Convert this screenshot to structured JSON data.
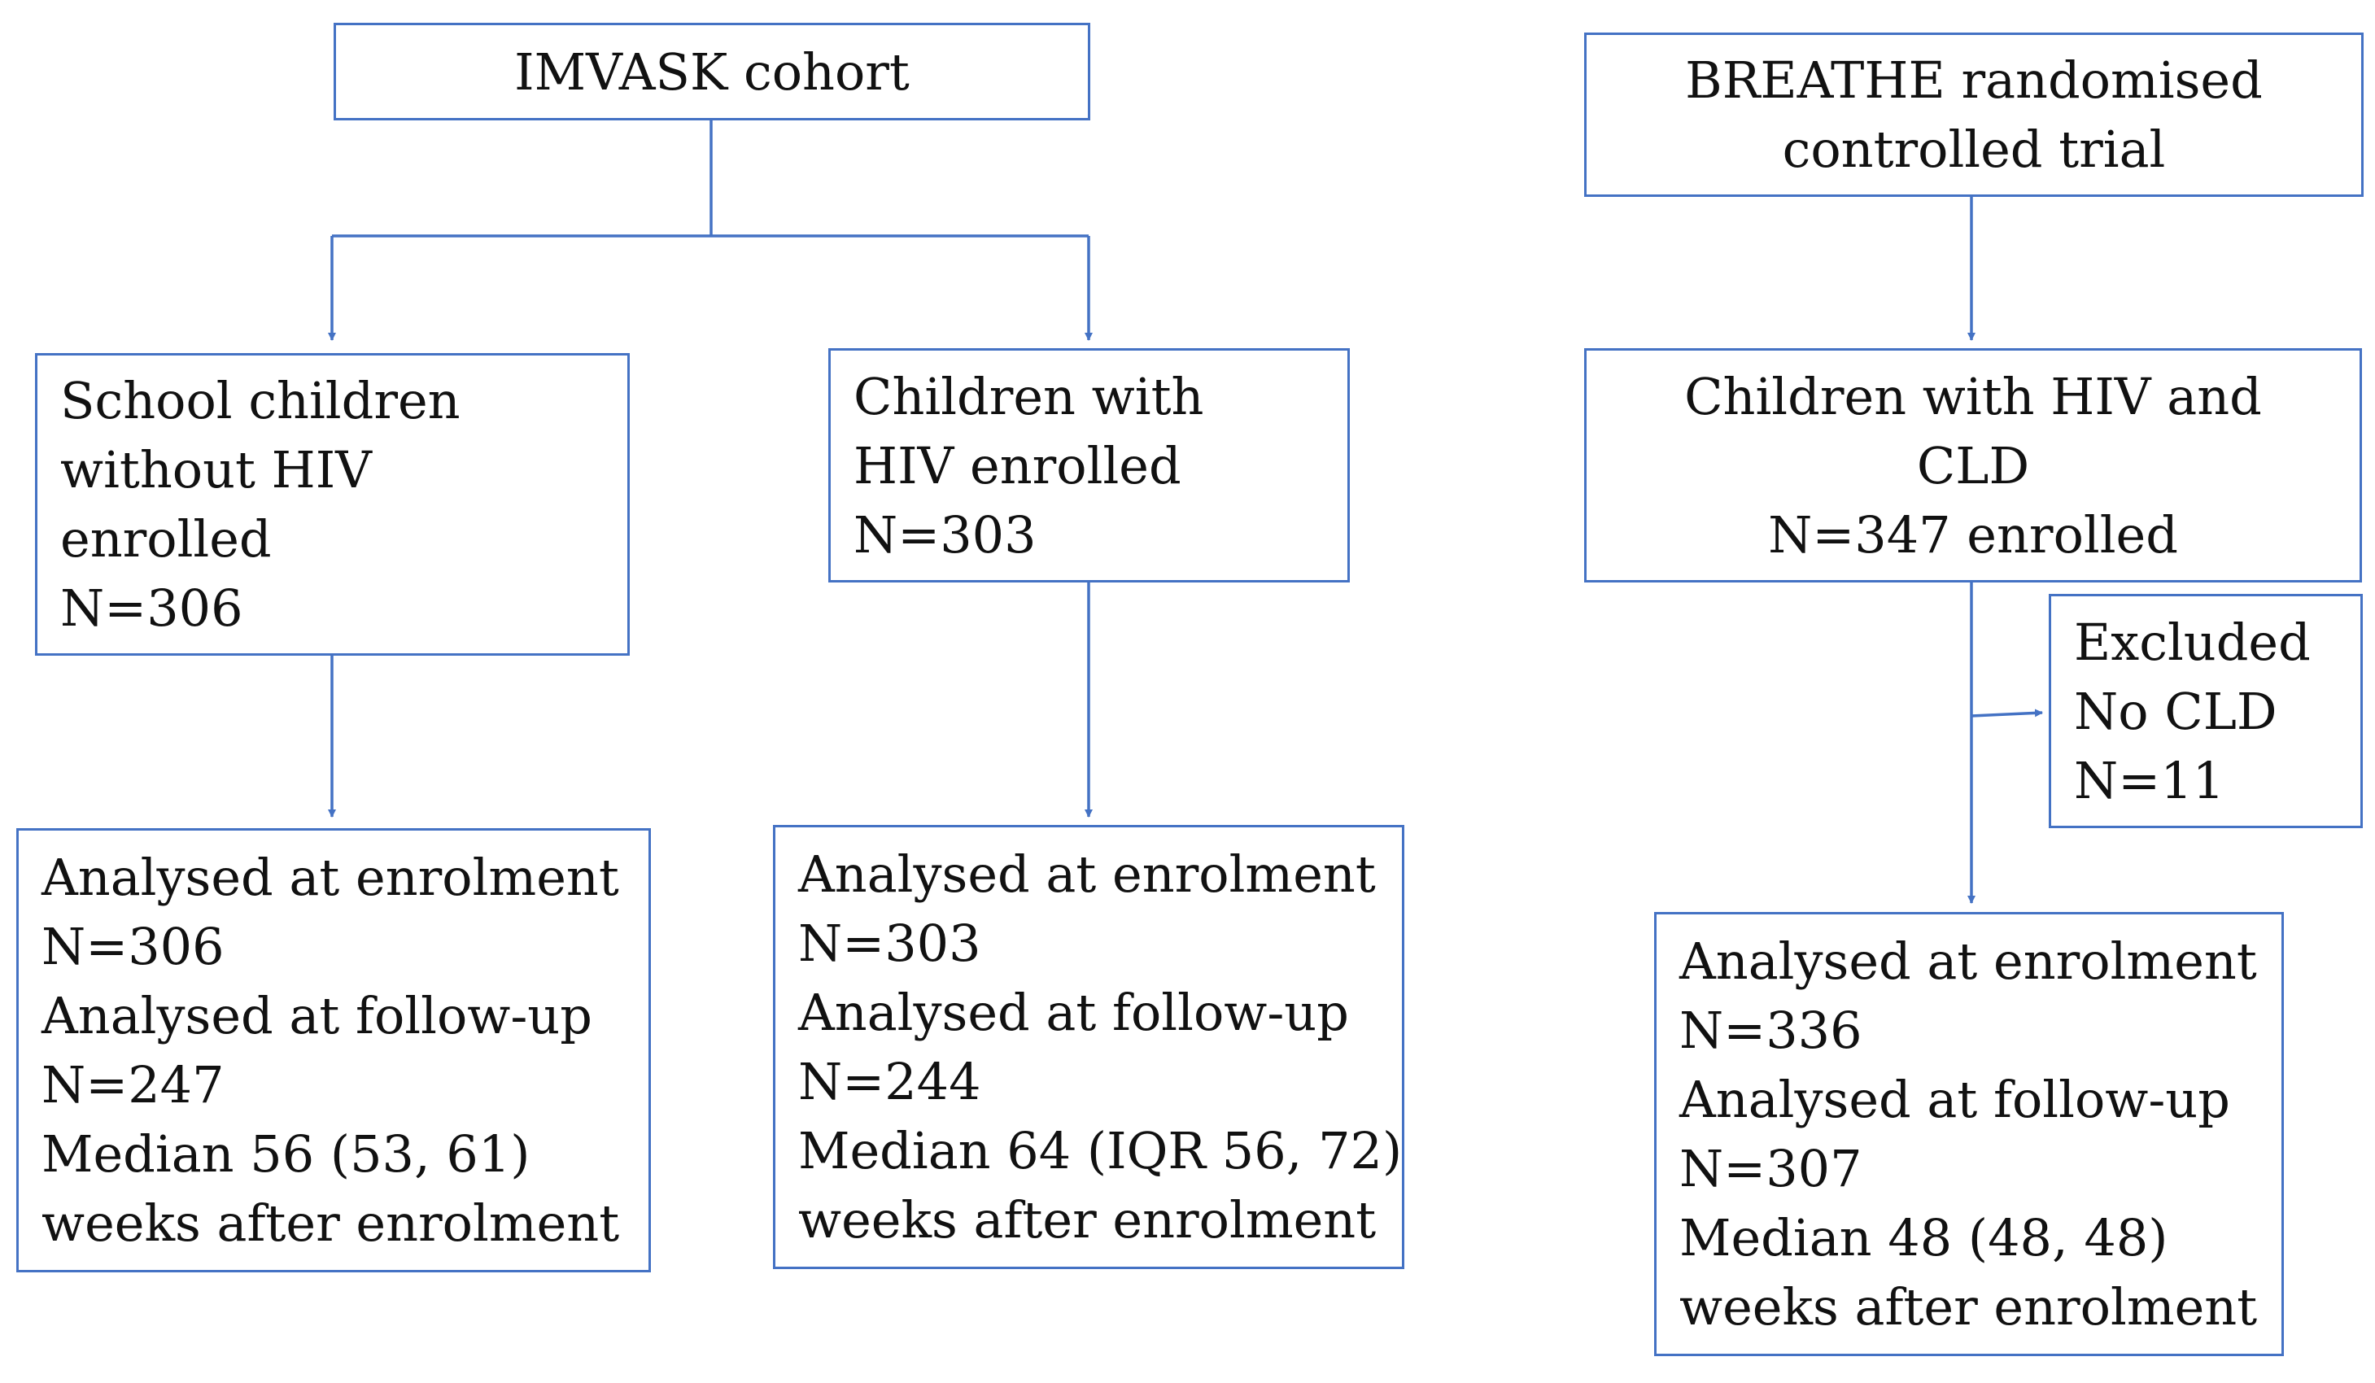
{
  "diagram": {
    "line_color": "#4472c4",
    "nodes": {
      "imvask_cohort": {
        "lines": [
          "IMVASK cohort"
        ]
      },
      "breathe_trial": {
        "lines": [
          "BREATHE randomised",
          "controlled trial"
        ]
      },
      "school_children": {
        "lines": [
          "School children",
          "without HIV",
          "enrolled",
          "N=306"
        ]
      },
      "children_hiv": {
        "lines": [
          "Children with",
          "HIV enrolled",
          "N=303"
        ]
      },
      "children_hiv_cld": {
        "lines": [
          "Children with HIV and",
          "CLD",
          "N=347 enrolled"
        ]
      },
      "excluded": {
        "lines": [
          "Excluded",
          "No CLD",
          "N=11"
        ]
      },
      "analysed_school": {
        "lines": [
          "Analysed at enrolment",
          "N=306",
          "Analysed at follow-up",
          "N=247",
          "Median 56 (53, 61)",
          "weeks after enrolment"
        ]
      },
      "analysed_hiv": {
        "lines": [
          "Analysed at enrolment",
          "N=303",
          "Analysed at follow-up",
          "N=244",
          "Median 64 (IQR 56, 72)",
          "weeks after enrolment"
        ]
      },
      "analysed_breathe": {
        "lines": [
          "Analysed at enrolment",
          "N=336",
          "Analysed at follow-up",
          "N=307",
          "Median 48 (48, 48)",
          "weeks after enrolment"
        ]
      }
    }
  }
}
